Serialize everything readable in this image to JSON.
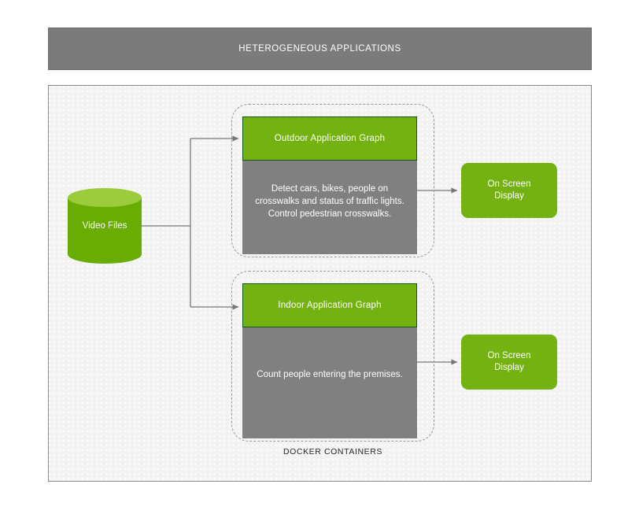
{
  "header": {
    "title": "HETEROGENEOUS APPLICATIONS",
    "bg_color": "#7b7b7b",
    "text_color": "#ffffff"
  },
  "canvas": {
    "bg_color": "#f3f3f3",
    "border_color": "#8a8a8a"
  },
  "palette": {
    "green": "#74b212",
    "green_dark_border": "#17541a",
    "cylinder_body": "#69ad04",
    "cylinder_top": "#9ccb3b",
    "gray_body": "#808080",
    "dashed_border": "#9a9a9a",
    "connector": "#777777"
  },
  "source": {
    "label": "Video Files",
    "shape": "cylinder-database"
  },
  "docker": {
    "caption": "DOCKER CONTAINERS",
    "groups": [
      {
        "id": "outdoor",
        "header": "Outdoor Application Graph",
        "body": "Detect cars, bikes, people on crosswalks and status of traffic lights. Control pedestrian crosswalks.",
        "output": "On Screen Display"
      },
      {
        "id": "indoor",
        "header": "Indoor Application Graph",
        "body": "Count people entering the premises.",
        "output": "On Screen Display"
      }
    ]
  },
  "outputs": {
    "outdoor_line1": "On Screen",
    "outdoor_line2": "Display",
    "indoor_line1": "On Screen",
    "indoor_line2": "Display"
  }
}
